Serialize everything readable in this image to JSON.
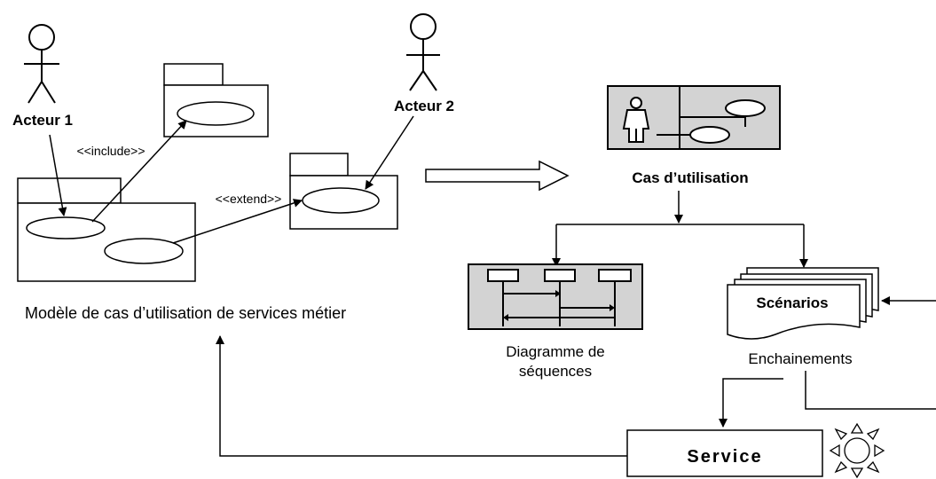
{
  "actors": {
    "actor1": "Acteur 1",
    "actor2": "Acteur 2"
  },
  "relations": {
    "include": "<<include>>",
    "extend": "<<extend>>"
  },
  "captions": {
    "model": "Modèle de cas d’utilisation de services métier",
    "use_case": "Cas d’utilisation",
    "scenarios": "Scénarios",
    "sequence_line1": "Diagramme de",
    "sequence_line2": "séquences",
    "chains": "Enchainements",
    "service": "Service"
  },
  "colors": {
    "line": "#000000",
    "icon_fill": "#d3d3d3",
    "background": "#ffffff"
  }
}
